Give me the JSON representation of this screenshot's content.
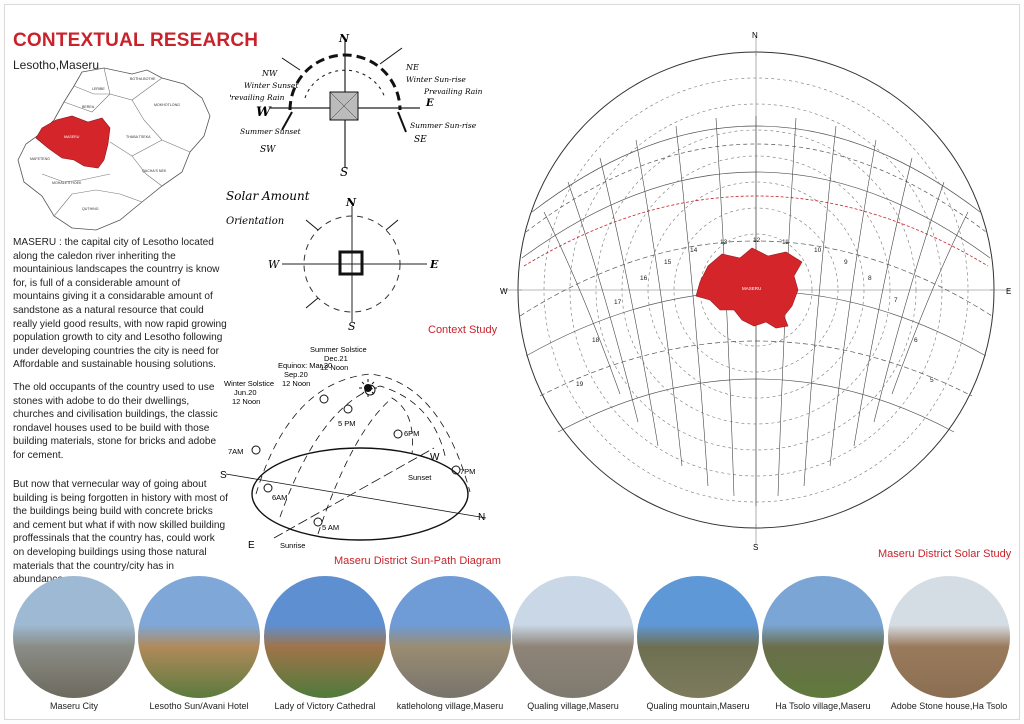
{
  "header": {
    "title": "CONTEXTUAL RESEARCH",
    "location": "Lesotho,Maseru"
  },
  "map": {
    "districts": [
      "BOTHA BOTHE",
      "LERIBE",
      "BEREA",
      "MOKHOTLONG",
      "MASERU",
      "THABA TSEKA",
      "MAFETENG",
      "QACHA'S NEK",
      "MOHALE'S HOEK",
      "QUTHING"
    ],
    "highlight_color": "#d4252b"
  },
  "text": {
    "p1": "MASERU : the capital city of Lesotho located along the caledon river inheriting the mountainious landscapes the countrry is know for, is full of a considerable amount of mountains giving it a considarable amount of sandstone as a natural resource that could really yield good results, with now rapid growing population growth to city and Lesotho following under developing countries the city is need for Affordable and sustainable housing solutions.",
    "p2": "The old occupants of the country used to use stones with adobe to do their dwellings, churches and civilisation buildings, the classic rondavel houses used to be build with those building materials, stone for bricks and adobe for cement.",
    "p3": "But now that vernecular way of going about building is being forgotten in history with most of the buildings being build with concrete bricks and cement but what if with now skilled building proffessinals that the country has, could work on developing buildings using those natural materials that the country/city has in abundance."
  },
  "sketch1": {
    "north": "N",
    "south": "S",
    "west": "W",
    "east": "E",
    "labels": [
      "NW",
      "Winter Sunset",
      "Prevailing Rain",
      "NE",
      "Winter Sun-rise",
      "Prevailing Rain",
      "Summer Sunset",
      "SW",
      "Summer Sun-rise",
      "SE"
    ]
  },
  "sketch2": {
    "title_line1": "Solar Amount",
    "title_line2": "Orientation",
    "north": "N",
    "south": "S",
    "west": "W",
    "east": "E"
  },
  "context_caption": "Context Study",
  "sunpath": {
    "summer": [
      "Summer Solstice",
      "Dec.21",
      "12 Noon"
    ],
    "equinox": [
      "Equinox: Mar.20",
      "Sep.20",
      "12 Noon"
    ],
    "winter": [
      "Winter Solstice",
      "Jun.20",
      "12 Noon"
    ],
    "times": [
      "7AM",
      "6PM",
      "5 PM",
      "7PM",
      "6AM",
      "5 AM"
    ],
    "events": [
      "Sunset",
      "Sunrise"
    ],
    "compass": [
      "S",
      "W",
      "N",
      "E"
    ],
    "caption": "Maseru District Sun-Path Diagram"
  },
  "solar": {
    "compass": [
      "N",
      "S",
      "W",
      "E"
    ],
    "hours": [
      "13",
      "12",
      "11",
      "14",
      "10",
      "15",
      "9",
      "16",
      "8",
      "17",
      "7",
      "18",
      "6",
      "19",
      "5"
    ],
    "center_label": "MASERU",
    "caption": "Maseru District Solar Study"
  },
  "photos": [
    {
      "label": "Maseru City",
      "sky": "#9eb9d3",
      "mid": "#8a8c86",
      "ground": "#6d6a5e"
    },
    {
      "label": "Lesotho Sun/Avani Hotel",
      "sky": "#7fa7d8",
      "mid": "#b08a5a",
      "ground": "#5b7a3e"
    },
    {
      "label": "Lady of Victory Cathedral",
      "sky": "#5e8fd0",
      "mid": "#a0744a",
      "ground": "#4f7a3b"
    },
    {
      "label": "katleholong village,Maseru",
      "sky": "#6f9bd6",
      "mid": "#9a8c72",
      "ground": "#77746c"
    },
    {
      "label": "Qualing village,Maseru",
      "sky": "#c9d7e6",
      "mid": "#8e8478",
      "ground": "#7e7a70"
    },
    {
      "label": "Qualing mountain,Maseru",
      "sky": "#5f98d6",
      "mid": "#6e6f52",
      "ground": "#7d7b5c"
    },
    {
      "label": "Ha Tsolo village,Maseru",
      "sky": "#7aa5d4",
      "mid": "#6a6e4a",
      "ground": "#5f7a3c"
    },
    {
      "label": "Adobe Stone house,Ha Tsolo",
      "sky": "#d5dde4",
      "mid": "#9a7a5c",
      "ground": "#8b6e52"
    }
  ]
}
